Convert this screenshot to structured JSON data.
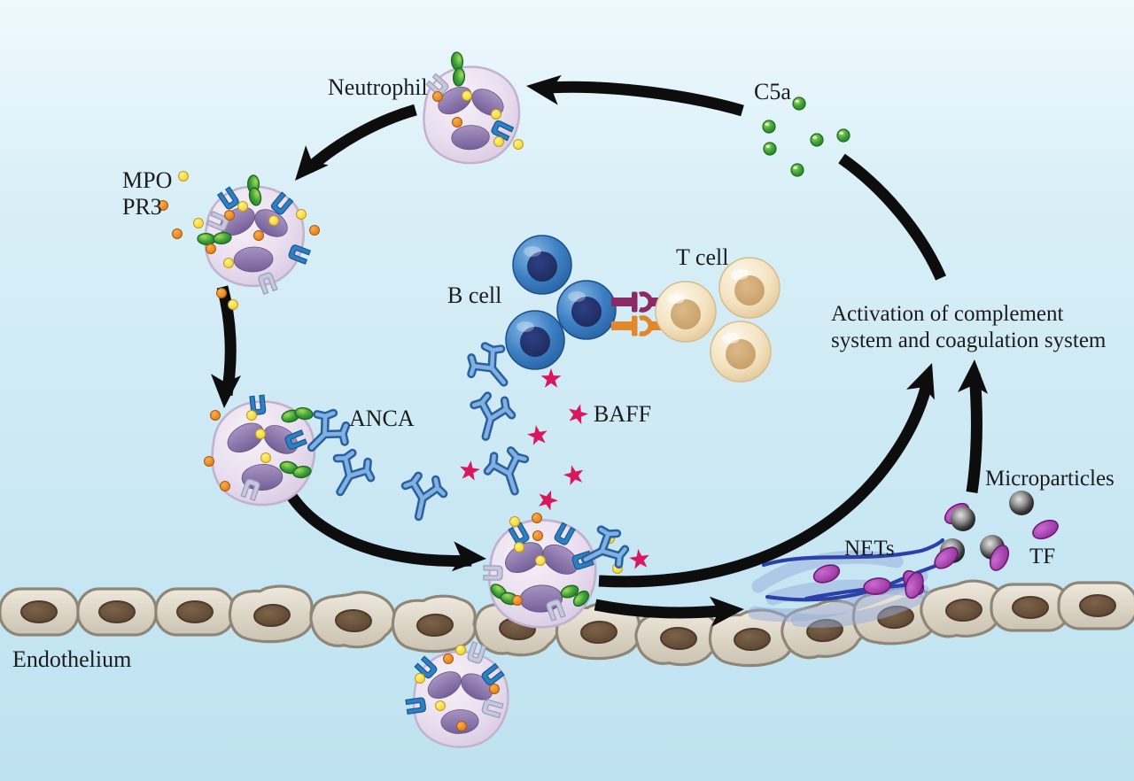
{
  "labels": {
    "neutrophil": "Neutrophil",
    "mpo": "MPO",
    "pr3": "PR3",
    "c5a": "C5a",
    "b_cell": "B cell",
    "t_cell": "T cell",
    "anca": "ANCA",
    "baff": "BAFF",
    "activation_line1": "Activation of complement",
    "activation_line2": "system and coagulation system",
    "microparticles": "Microparticles",
    "tf": "TF",
    "nets": "NETs",
    "endothelium": "Endothelium"
  },
  "palette": {
    "background_top": "#eef9fd",
    "background_bottom": "#bfe2f0",
    "arrow": "#0d0d0d",
    "text": "#1c1c1c",
    "neutrophil_body": "#ece3ef",
    "neutrophil_nucleus": "#8a76a8",
    "b_cell": "#3d7fc4",
    "b_cell_nucleus": "#1f3272",
    "t_cell": "#f3e3c2",
    "t_cell_nucleus": "#cfaa78",
    "c5a_green": "#3a9e3a",
    "mpo_yellow": "#f2d52c",
    "pr3_orange": "#e07c12",
    "anca_blue": "#7fb2e2",
    "baff_star": "#d8175c",
    "receptor_blue": "#2f80c3",
    "receptor_grey": "#c6c9de",
    "tcr_purple": "#8a2b68",
    "tcr_orange": "#e2882a",
    "microparticle_dark": "#141414",
    "tf_purple": "#a136a8",
    "nets_blue": "#2b41a8",
    "endothelium_fill": "#d9d2c4",
    "endothelium_nucleus": "#6e5741"
  }
}
